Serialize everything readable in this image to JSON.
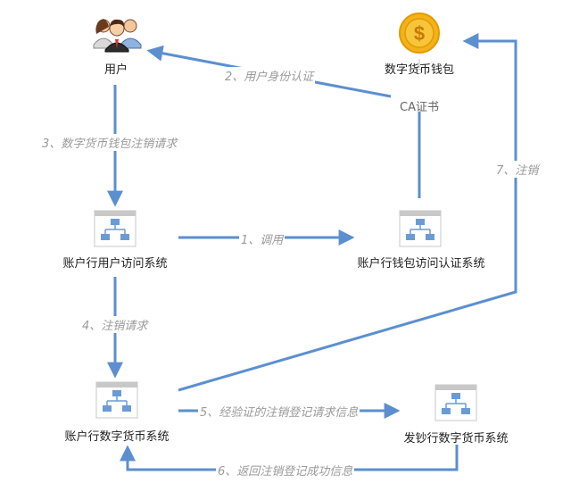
{
  "nodes": {
    "user": {
      "label": "用户"
    },
    "wallet": {
      "label": "数字货币钱包",
      "coin_symbol": "$"
    },
    "ca": {
      "label": "CA证书"
    },
    "bank_user_access": {
      "label": "账户行用户访问系统"
    },
    "bank_wallet_auth": {
      "label": "账户行钱包访问认证系统"
    },
    "bank_currency": {
      "label": "账户行数字货币系统"
    },
    "issuer_currency": {
      "label": "发钞行数字货币系统"
    }
  },
  "edges": {
    "e1": "1、调用",
    "e2": "2、用户身份认证",
    "e3": "3、数字货币钱包注销请求",
    "e4": "4、注销请求",
    "e5": "5、经验证的注销登记请求信息",
    "e6": "6、返回注销登记成功信息",
    "e7": "7、注销"
  },
  "colors": {
    "arrow": "#5b8fd0",
    "node_frame": "#6b9bd6",
    "node_header": "#c8c8c8",
    "coin": "#f3b21a",
    "coin_ring": "#e39b00",
    "text": "#222222",
    "edge_label": "#9a9a9a"
  }
}
